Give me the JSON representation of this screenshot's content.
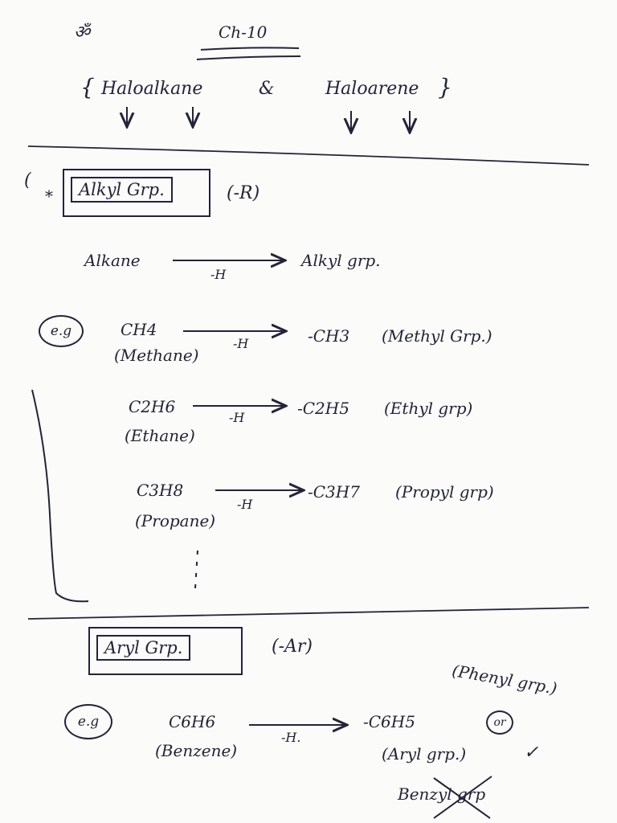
{
  "header": {
    "om_symbol": "ॐ",
    "chapter": "Ch-10"
  },
  "title": {
    "open_brace": "{",
    "left": "Haloalkane",
    "amp": "&",
    "right": "Haloarene",
    "close_brace": "}"
  },
  "alkyl": {
    "bullet": "*",
    "paren_mark": "(",
    "box_label": "Alkyl Grp.",
    "symbol": "(-R)",
    "general": {
      "from": "Alkane",
      "condition": "-H",
      "to": "Alkyl grp."
    },
    "eg_label": "e.g",
    "examples": [
      {
        "formula": "CH4",
        "name": "(Methane)",
        "condition": "-H",
        "product": "-CH3",
        "product_name": "(Methyl Grp.)"
      },
      {
        "formula": "C2H6",
        "name": "(Ethane)",
        "condition": "-H",
        "product": "-C2H5",
        "product_name": "(Ethyl grp)"
      },
      {
        "formula": "C3H8",
        "name": "(Propane)",
        "condition": "-H",
        "product": "-C3H7",
        "product_name": "(Propyl grp)"
      }
    ]
  },
  "aryl": {
    "box_label": "Aryl Grp.",
    "symbol": "(-Ar)",
    "side_note": "(Phenyl grp.)",
    "eg_label": "e.g",
    "example": {
      "formula": "C6H6",
      "name": "(Benzene)",
      "condition": "-H.",
      "product": "-C6H5",
      "or_label": "or",
      "product_name": "(Aryl grp.)",
      "check": "✓",
      "crossed": "Benzyl grp"
    }
  }
}
